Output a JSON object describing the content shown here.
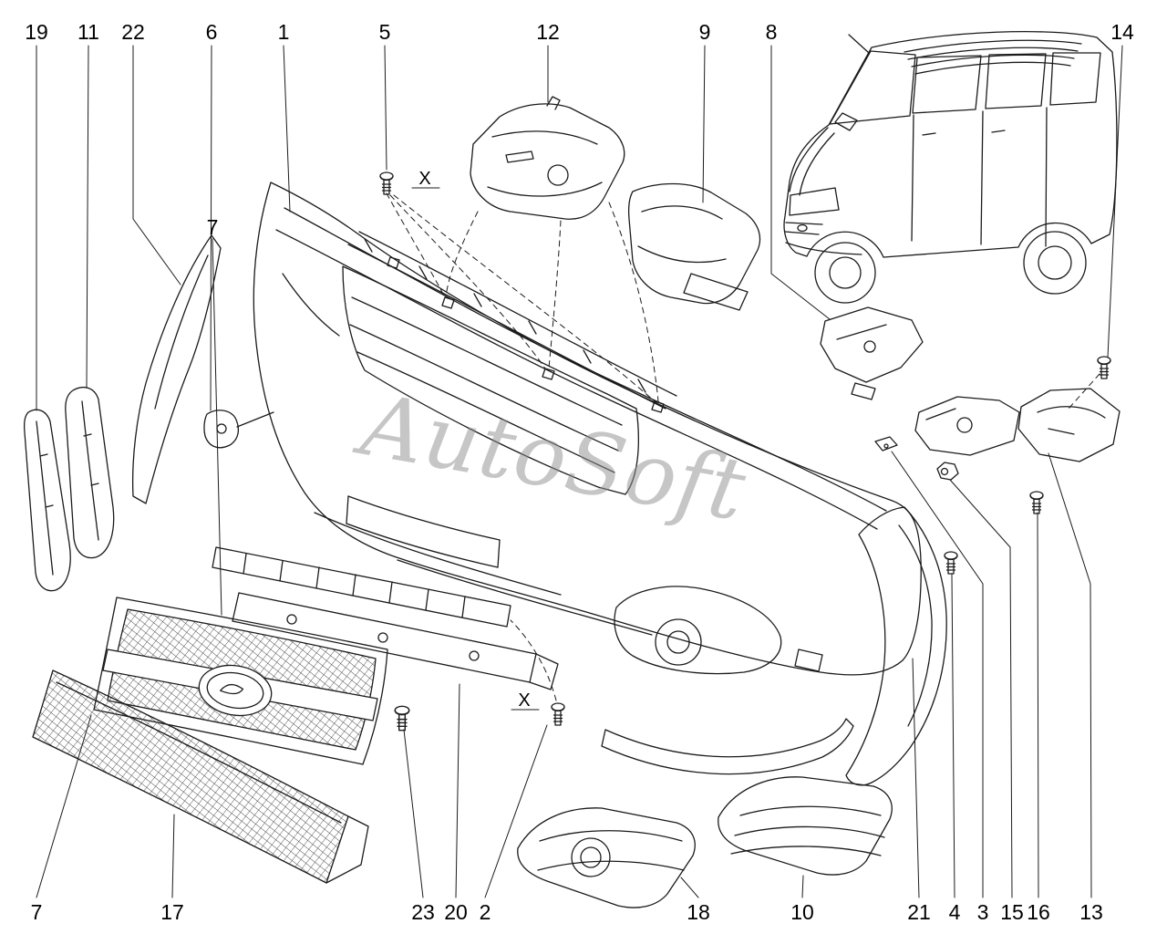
{
  "watermark": "AutoSoft",
  "colors": {
    "line": "#1b1b1b",
    "watermark": "#8f8f8f"
  },
  "callouts": {
    "top": [
      "19",
      "11",
      "22",
      "6",
      "1",
      "5",
      "12",
      "9",
      "8",
      "14"
    ],
    "inline": [
      "7"
    ],
    "bottom": [
      "7",
      "17",
      "23",
      "20",
      "2",
      "18",
      "10",
      "21",
      "4",
      "3",
      "15",
      "16",
      "13"
    ],
    "assembly_marks": [
      "X",
      "X"
    ]
  }
}
